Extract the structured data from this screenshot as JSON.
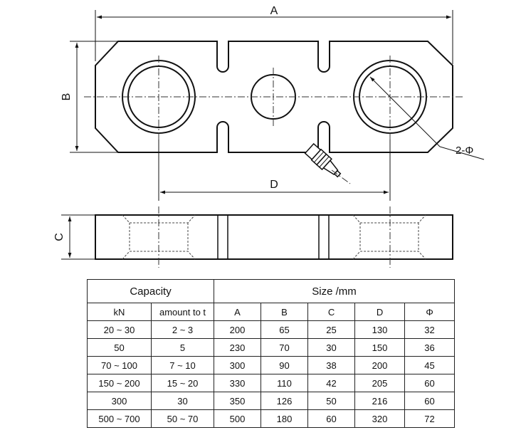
{
  "drawing": {
    "dim_a": "A",
    "dim_b": "B",
    "dim_c": "C",
    "dim_d": "D",
    "dim_phi": "2-Φ"
  },
  "table": {
    "group_capacity": "Capacity",
    "group_size": "Size /mm",
    "columns": [
      "kN",
      "amount to t",
      "A",
      "B",
      "C",
      "D",
      "Φ"
    ],
    "rows": [
      [
        "20 ~ 30",
        "2 ~ 3",
        "200",
        "65",
        "25",
        "130",
        "32"
      ],
      [
        "50",
        "5",
        "230",
        "70",
        "30",
        "150",
        "36"
      ],
      [
        "70 ~ 100",
        "7 ~ 10",
        "300",
        "90",
        "38",
        "200",
        "45"
      ],
      [
        "150 ~ 200",
        "15 ~ 20",
        "330",
        "110",
        "42",
        "205",
        "60"
      ],
      [
        "300",
        "30",
        "350",
        "126",
        "50",
        "216",
        "60"
      ],
      [
        "500 ~ 700",
        "50 ~ 70",
        "500",
        "180",
        "60",
        "320",
        "72"
      ]
    ]
  }
}
